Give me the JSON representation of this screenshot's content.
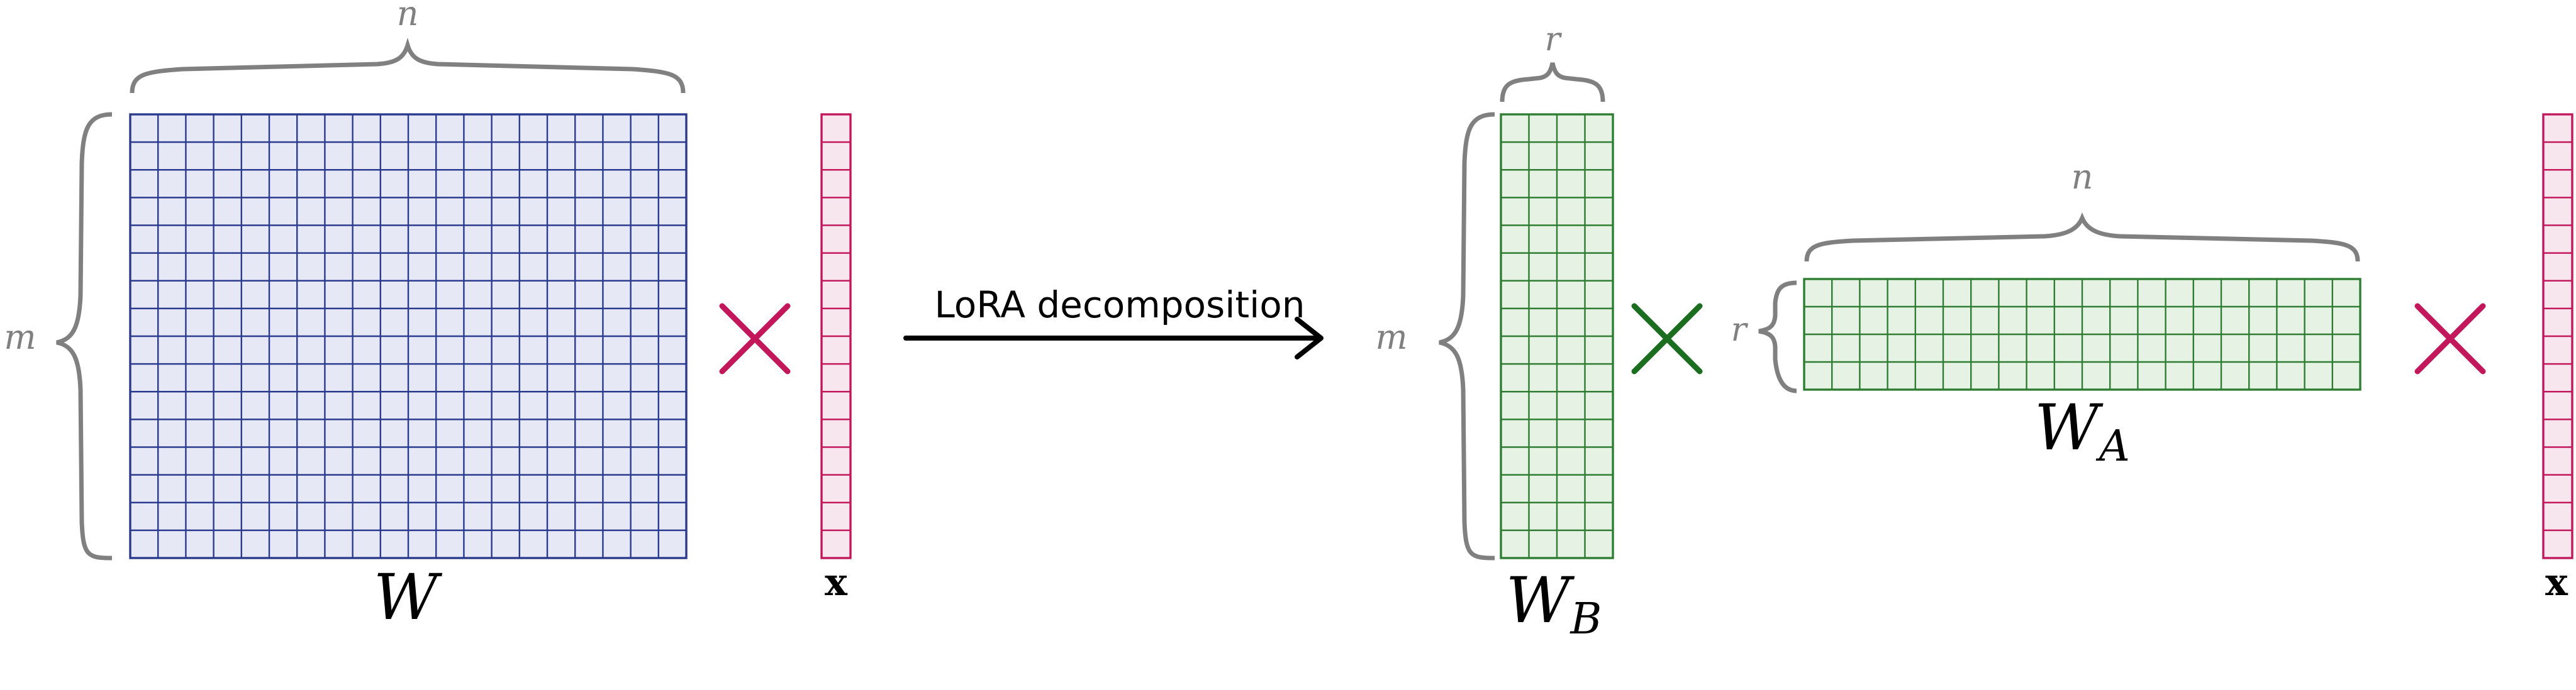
{
  "labels": {
    "w_n": "n",
    "w_m": "m",
    "w_name": "W",
    "x_left": "x",
    "arrow": "LoRA decomposition",
    "b_r": "r",
    "b_m": "m",
    "b_name_main": "W",
    "b_name_sub": "B",
    "a_n": "n",
    "a_r": "r",
    "a_name_main": "W",
    "a_name_sub": "A",
    "x_right": "x"
  },
  "colors": {
    "w_fill": "#e6e8f5",
    "w_stroke": "#2a3a8f",
    "x_fill": "#f7e6ee",
    "x_stroke": "#c2185b",
    "lora_fill": "#e6f2e3",
    "lora_stroke": "#2e7d32",
    "brace": "#808080",
    "times_magenta": "#c2185b",
    "times_green": "#1b6e1f",
    "arrow": "#000000"
  },
  "icons": [
    "brace-icon",
    "multiply-icon",
    "right-arrow-icon"
  ]
}
